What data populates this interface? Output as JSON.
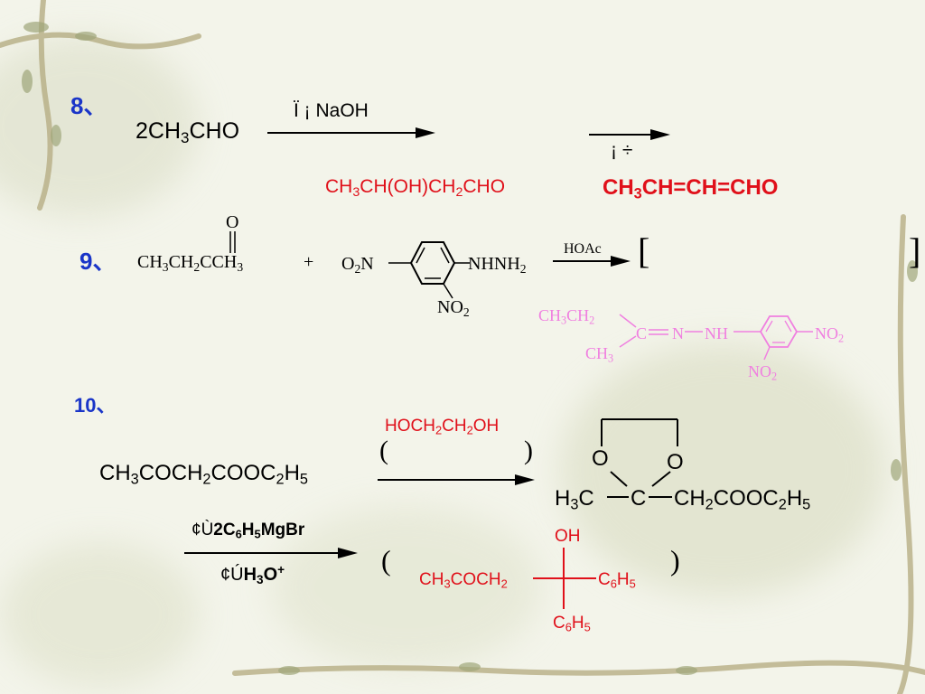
{
  "slide": {
    "background": "#f3f4ea",
    "accent_number_color": "#1a35c8",
    "answer_color_red": "#e0101a",
    "answer_color_pink": "#f080e0"
  },
  "q8": {
    "number": "8、",
    "reactant": [
      "2CH",
      "3",
      "CHO"
    ],
    "reagent_above": "Ï ¡ NaOH",
    "reagent_second_arrow": "¡ ÷",
    "answer_1": [
      "CH",
      "3",
      "CH(OH)CH",
      "2",
      "CHO"
    ],
    "answer_2": [
      "CH",
      "3",
      "CH=CH=CHO"
    ]
  },
  "q9": {
    "number": "9、",
    "ketone_o": "O",
    "ketone": [
      "CH",
      "3",
      "CH",
      "2",
      "CCH",
      "3"
    ],
    "plus": "+",
    "left_group": [
      "O",
      "2",
      "N"
    ],
    "right_group": [
      "NHNH",
      "2"
    ],
    "ortho_group": [
      "NO",
      "2"
    ],
    "reagent": "HOAc",
    "bracket_left": "[",
    "bracket_right": "]",
    "product": {
      "ethyl": [
        "CH",
        "3",
        "CH",
        "2"
      ],
      "methyl": [
        "CH",
        "3"
      ],
      "c": "C",
      "n": "N",
      "nh": "NH",
      "no2_para": [
        "NO",
        "2"
      ],
      "no2_ortho": [
        "NO",
        "2"
      ]
    }
  },
  "q10": {
    "number": "10、",
    "reactant": [
      "CH",
      "3",
      "COCH",
      "2",
      "COOC",
      "2",
      "H",
      "5"
    ],
    "reagent_answer": [
      "HOCH",
      "2",
      "CH",
      "2",
      "OH"
    ],
    "paren_left": "(",
    "paren_right": ")",
    "ketal": {
      "o_left": "O",
      "o_right": "O",
      "methyl": [
        "H",
        "3",
        "C"
      ],
      "c": "C",
      "side": [
        "CH",
        "2",
        "COOC",
        "2",
        "H",
        "5"
      ]
    },
    "step1": [
      "¢Ù",
      "2C",
      "6",
      "H",
      "5",
      "MgBr"
    ],
    "step2": [
      "¢Ú",
      "H",
      "3",
      "O",
      "+"
    ],
    "product": {
      "oh": "OH",
      "left": [
        "CH",
        "3",
        "COCH",
        "2"
      ],
      "right": [
        "C",
        "6",
        "H",
        "5"
      ],
      "bottom": [
        "C",
        "6",
        "H",
        "5"
      ]
    }
  }
}
